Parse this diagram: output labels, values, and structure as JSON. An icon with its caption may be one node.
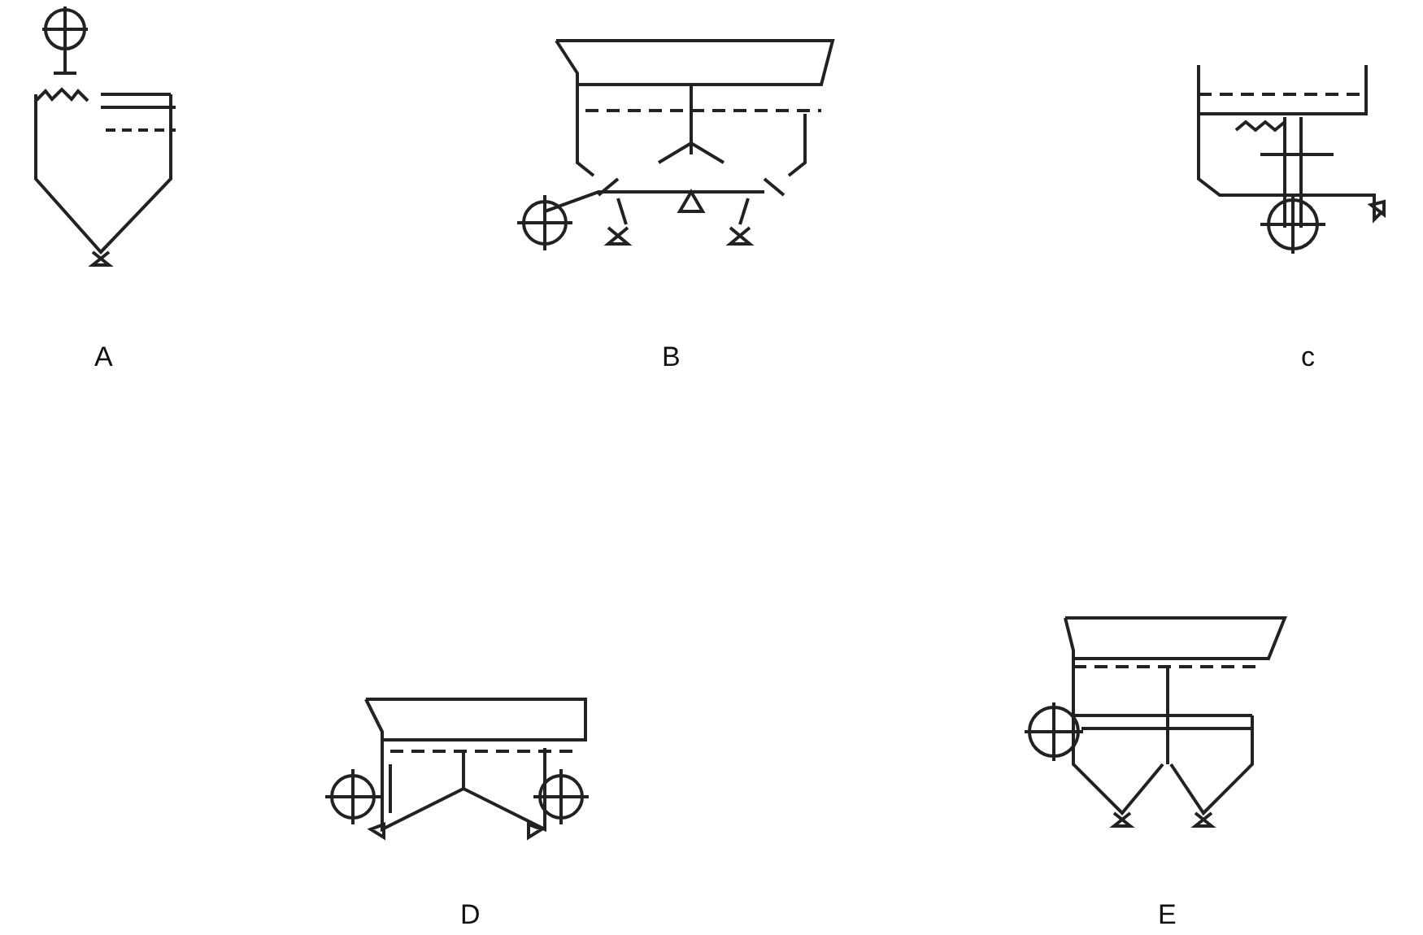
{
  "diagram": {
    "labels": [
      "A",
      "B",
      "c",
      "D",
      "E"
    ]
  }
}
